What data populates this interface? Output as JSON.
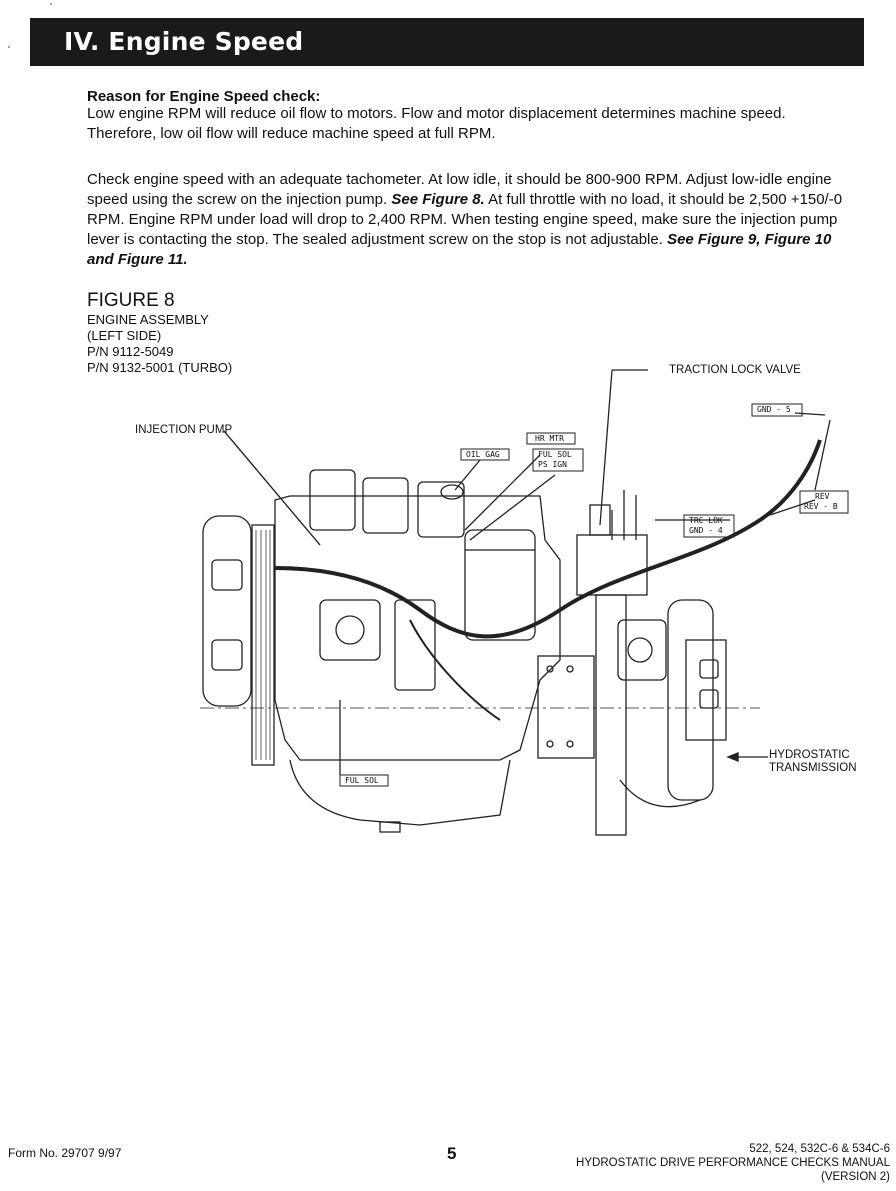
{
  "header": {
    "title": "IV. Engine Speed"
  },
  "reason": {
    "heading": "Reason for Engine Speed check:",
    "paragraph1": "Low engine RPM will reduce oil flow to motors. Flow and motor displacement determines machine speed. Therefore, low oil flow will reduce machine speed at full RPM.",
    "paragraph2_a": "Check engine speed with an adequate tachometer. At low idle, it should be 800-900 RPM. Adjust low-idle engine speed using the screw on the injection pump. ",
    "paragraph2_ref1": "See Figure 8.",
    "paragraph2_b": " At full throttle with no load, it should be 2,500 +150/-0 RPM. Engine RPM under load will drop to 2,400 RPM. When testing engine speed, make sure the injection pump lever is contacting the stop. The sealed adjustment screw on the stop is not adjustable. ",
    "paragraph2_ref2": "See Figure 9, Figure 10 and Figure 11."
  },
  "figure": {
    "title": "FIGURE 8",
    "line1": "ENGINE ASSEMBLY",
    "line2": "(LEFT SIDE)",
    "line3": "P/N 9112-5049",
    "line4": "P/N 9132-5001 (TURBO)",
    "callouts": {
      "injection_pump": "INJECTION PUMP",
      "traction_lock_valve": "TRACTION LOCK VALVE",
      "hydrostatic_1": "HYDROSTATIC",
      "hydrostatic_2": "TRANSMISSION"
    },
    "tags": {
      "gnd5": "GND - 5",
      "hr_mtr": "HR MTR",
      "oil_gag": "OIL GAG",
      "ful_sol_top": "FUL SOL",
      "ps_ign": "PS IGN",
      "rev": "REV",
      "rev_b": "REV - B",
      "trc_lok": "TRC LOK",
      "gnd4": "GND - 4",
      "ful_sol_bottom": "FUL SOL"
    }
  },
  "footer": {
    "form_no": "Form No. 29707 9/97",
    "page_number": "5",
    "models": "522, 524, 532C-6 & 534C-6",
    "manual_title": "HYDROSTATIC DRIVE PERFORMANCE CHECKS MANUAL",
    "version": "(VERSION 2)"
  }
}
